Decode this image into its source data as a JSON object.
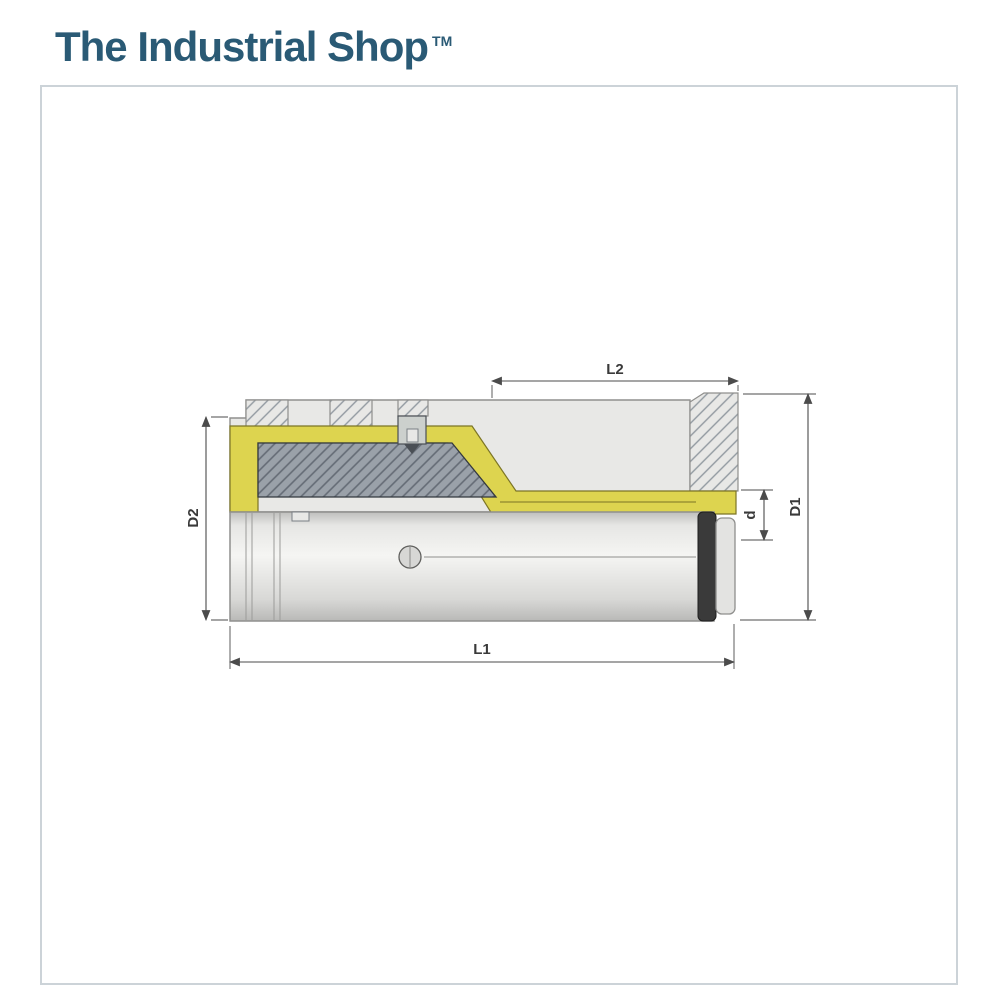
{
  "brand": {
    "name": "The Industrial Shop",
    "trademark": "TM"
  },
  "diagram": {
    "labels": {
      "l1": "L1",
      "l2": "L2",
      "d1": "D1",
      "d2": "D2",
      "d": "d"
    }
  },
  "colors": {
    "brand_text": "#2a5a75",
    "frame_border": "#ccd3d8",
    "page_bg": "#ffffff",
    "body_fill": "#e8e8e6",
    "body_stroke": "#8f8f8d",
    "collet_yellow": "#ddd44f",
    "collet_yellow_stroke": "#7c7526",
    "section_gray": "#9aa1a9",
    "section_gray_hatch": "#646b75",
    "light_hatch": "#9199a0",
    "dim_line": "#4b4b4b",
    "label_text": "#3a3a3a",
    "dark_ring": "#3a3a3a"
  }
}
